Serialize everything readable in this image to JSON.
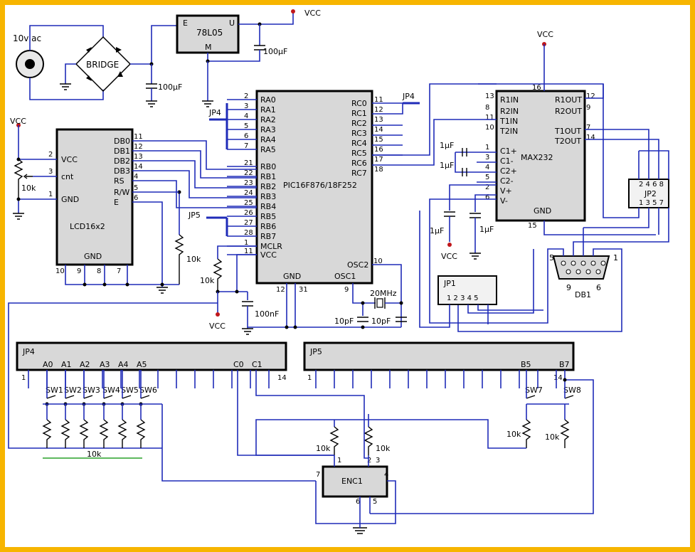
{
  "power": {
    "input_label": "10v ac",
    "bridge_label": "BRIDGE",
    "regulator": {
      "name": "78L05",
      "pin_e": "E",
      "pin_u": "U",
      "pin_m": "M"
    },
    "vcc_label": "VCC",
    "cap_100u": "100µF"
  },
  "pic": {
    "name": "PIC16F876/18F252",
    "left_pins": [
      {
        "num": "2",
        "name": "RA0"
      },
      {
        "num": "3",
        "name": "RA1"
      },
      {
        "num": "4",
        "name": "RA2"
      },
      {
        "num": "5",
        "name": "RA3"
      },
      {
        "num": "6",
        "name": "RA4"
      },
      {
        "num": "7",
        "name": "RA5"
      },
      {
        "num": "21",
        "name": "RB0"
      },
      {
        "num": "22",
        "name": "RB1"
      },
      {
        "num": "23",
        "name": "RB2"
      },
      {
        "num": "24",
        "name": "RB3"
      },
      {
        "num": "25",
        "name": "RB4"
      },
      {
        "num": "26",
        "name": "RB5"
      },
      {
        "num": "27",
        "name": "RB6"
      },
      {
        "num": "28",
        "name": "RB7"
      },
      {
        "num": "1",
        "name": "MCLR"
      },
      {
        "num": "11",
        "name": "VCC"
      }
    ],
    "right_pins": [
      {
        "num": "11",
        "name": "RC0"
      },
      {
        "num": "12",
        "name": "RC1"
      },
      {
        "num": "13",
        "name": "RC2"
      },
      {
        "num": "14",
        "name": "RC3"
      },
      {
        "num": "15",
        "name": "RC4"
      },
      {
        "num": "16",
        "name": "RC5"
      },
      {
        "num": "17",
        "name": "RC6"
      },
      {
        "num": "18",
        "name": "RC7"
      }
    ],
    "gnd": "GND",
    "osc1": "OSC1",
    "osc2": "OSC2",
    "pin12": "12",
    "pin31": "31",
    "pin9": "9",
    "pin10": "10"
  },
  "lcd": {
    "name": "LCD16x2",
    "left_pins": [
      {
        "num": "2",
        "name": "VCC"
      },
      {
        "num": "3",
        "name": "cnt"
      },
      {
        "num": "1",
        "name": "GND"
      }
    ],
    "right_pins": [
      {
        "num": "11",
        "name": "DB0"
      },
      {
        "num": "12",
        "name": "DB1"
      },
      {
        "num": "13",
        "name": "DB2"
      },
      {
        "num": "14",
        "name": "DB3"
      },
      {
        "num": "4",
        "name": "RS"
      },
      {
        "num": "5",
        "name": "R/W"
      },
      {
        "num": "6",
        "name": "E"
      }
    ],
    "gnd": "GND",
    "bottom_pins": [
      "10",
      "9",
      "8",
      "7"
    ],
    "pot": "10k"
  },
  "max232": {
    "name": "MAX232",
    "left_pins": [
      {
        "num": "13",
        "name": "R1IN"
      },
      {
        "num": "8",
        "name": "R2IN"
      },
      {
        "num": "11",
        "name": "T1IN"
      },
      {
        "num": "10",
        "name": "T2IN"
      },
      {
        "num": "1",
        "name": "C1+"
      },
      {
        "num": "3",
        "name": "C1-"
      },
      {
        "num": "4",
        "name": "C2+"
      },
      {
        "num": "5",
        "name": "C2-"
      },
      {
        "num": "2",
        "name": "V+"
      },
      {
        "num": "6",
        "name": "V-"
      }
    ],
    "right_pins": [
      {
        "num": "12",
        "name": "R1OUT"
      },
      {
        "num": "9",
        "name": "R2OUT"
      },
      {
        "num": "7",
        "name": "T1OUT"
      },
      {
        "num": "14",
        "name": "T2OUT"
      }
    ],
    "gnd": "GND",
    "pin16": "16",
    "pin15": "15",
    "cap": "1µF"
  },
  "jp2": {
    "name": "JP2",
    "top": "2 4 6 8",
    "bottom": "1 3 5 7"
  },
  "db1": {
    "name": "DB1",
    "pin5": "5",
    "pin1": "1",
    "pin9": "9",
    "pin6": "6"
  },
  "jp1": {
    "name": "JP1",
    "pins": "1 2 3 4 5"
  },
  "crystal": {
    "freq": "20MHz",
    "cap": "10pF"
  },
  "reset": {
    "res": "10k",
    "cap": "100nF",
    "vcc": "VCC"
  },
  "r10k": "10k",
  "headers": {
    "jp4": {
      "name": "JP4",
      "first": "1",
      "last": "14",
      "labels": [
        "A0",
        "A1",
        "A2",
        "A3",
        "A4",
        "A5",
        "C0",
        "C1"
      ]
    },
    "jp5": {
      "name": "JP5",
      "first": "1",
      "last": "14",
      "labels": [
        "B5",
        "B7"
      ]
    },
    "jp4_tag": "JP4",
    "jp5_tag": "JP5"
  },
  "switches": [
    "SW1",
    "SW2",
    "SW3",
    "SW4",
    "SW5",
    "SW6",
    "SW7",
    "SW8"
  ],
  "encoder": {
    "name": "ENC1",
    "pins": [
      "1",
      "2",
      "3",
      "4",
      "5",
      "6",
      "7"
    ]
  },
  "colors": {
    "wire": "#1f2bb8",
    "frame": "#f7b500",
    "chip": "#d8d8d8",
    "vcc_dot": "#c0171b"
  }
}
